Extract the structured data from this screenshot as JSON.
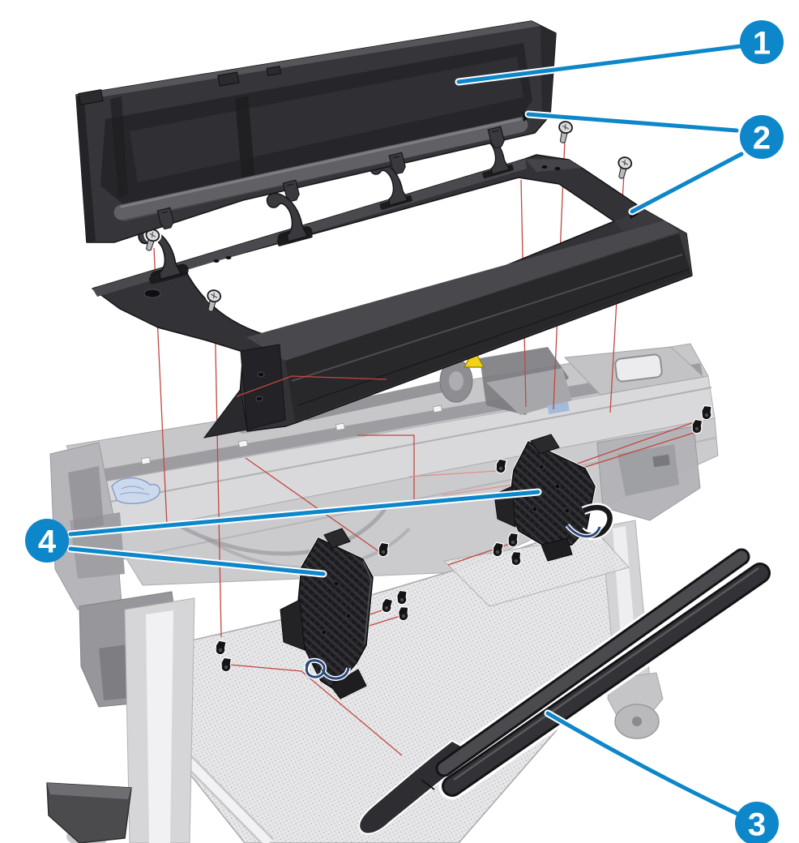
{
  "diagram": {
    "kind": "exploded-parts-illustration",
    "background": "#ffffff"
  },
  "colors": {
    "callout_blue": "#0d87c9",
    "leader_red": "#c2473f",
    "leader_red_light": "#dd938c",
    "part_dark": "#333337",
    "ghost_gray": "#cdcdd0",
    "warning_yellow": "#f2d214",
    "cloth_blue": "#ccd9ec"
  },
  "callouts": [
    {
      "number": "1"
    },
    {
      "number": "2"
    },
    {
      "number": "3"
    },
    {
      "number": "4"
    }
  ]
}
